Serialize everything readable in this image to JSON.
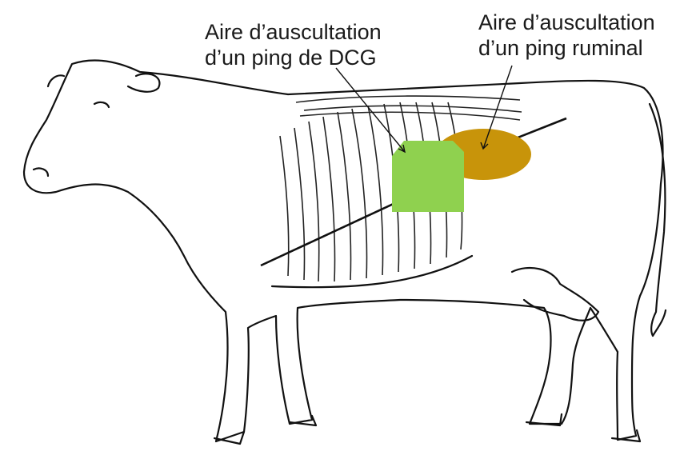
{
  "labels": {
    "dcg": {
      "line1": "Aire d’auscultation",
      "line2": "d’un ping de DCG"
    },
    "ruminal": {
      "line1": "Aire d’auscultation",
      "line2": "d’un ping ruminal"
    }
  },
  "areas": {
    "dcg_color": "#8fd14f",
    "ruminal_color": "#c8940a"
  },
  "drawing": {
    "subject": "cow-left-side-with-ribcage",
    "stroke_color": "#111111"
  }
}
